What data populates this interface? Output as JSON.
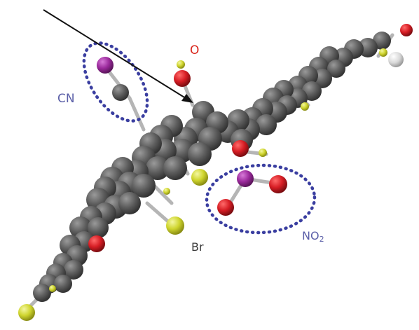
{
  "labels": {
    "cn": "CN",
    "o": "O",
    "br": "Br",
    "no2_main": "NO",
    "no2_sub": "2"
  },
  "colors": {
    "carbon": "#5a5a5a",
    "carbon_light": "#8a8a8a",
    "oxygen": "#d61d24",
    "nitrogen": "#9b2a9c",
    "bromine": "#cfd52e",
    "fluorine": "#b9c93a",
    "hydrogen": "#d8d8d8",
    "cn_label": "#5b5fa8",
    "o_label": "#d9261c",
    "br_label": "#3a3a3a",
    "no2_label": "#5b5fa8",
    "dotted_outline": "#3a3ea0",
    "arrow": "#111111"
  },
  "structure": {
    "icons": [
      "molecule-3d-model",
      "arrow",
      "dotted-ellipse-cn",
      "dotted-ellipse-no2"
    ]
  }
}
